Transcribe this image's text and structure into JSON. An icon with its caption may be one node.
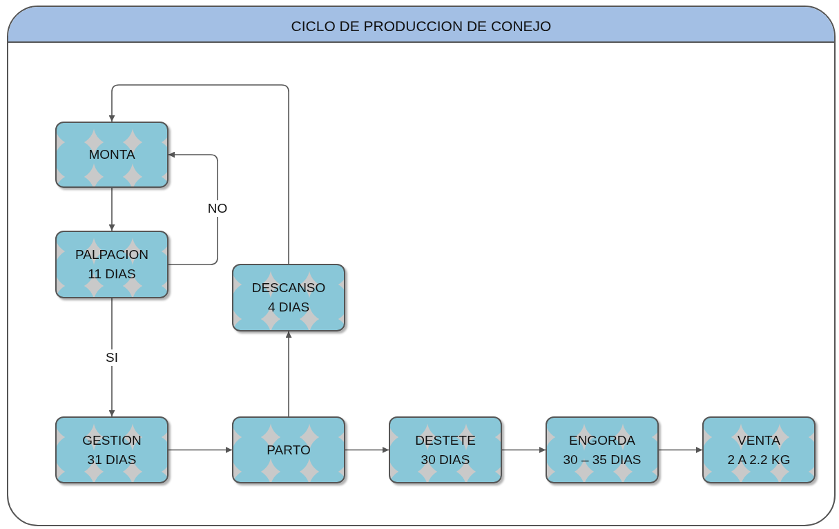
{
  "diagram": {
    "nodes": [
      {
        "text": [
          "CICLO DE PRODUCCION DE CONEJO"
        ]
      },
      {
        "text": [
          "MONTA"
        ],
        "in": 0
      },
      {
        "text": [
          "PALPACION",
          "11 DIAS"
        ],
        "in": 0
      },
      {
        "text": [
          "DESCANSO",
          "4 DIAS"
        ],
        "in": 0
      },
      {
        "text": [
          "GESTION",
          "31 DIAS"
        ],
        "in": 0
      },
      {
        "text": [
          "PARTO"
        ],
        "in": 0
      },
      {
        "text": [
          "DESTETE",
          "30 DIAS"
        ],
        "in": 0
      },
      {
        "text": [
          "ENGORDA",
          "30 – 35 DIAS"
        ],
        "in": 0
      },
      {
        "text": [
          "VENTA",
          "2 A 2.2 KG"
        ],
        "in": 0
      }
    ],
    "edges": [
      {
        "from": 1,
        "to": 2,
        "arrow": "to"
      },
      {
        "from": 2,
        "to": 1,
        "arrow": "to",
        "label": "NO"
      },
      {
        "from": 2,
        "to": 4,
        "arrow": "to",
        "label": "SI"
      },
      {
        "from": 4,
        "to": 5,
        "arrow": "to"
      },
      {
        "from": 5,
        "to": 6,
        "arrow": "to"
      },
      {
        "from": 6,
        "to": 7,
        "arrow": "to"
      },
      {
        "from": 7,
        "to": 8,
        "arrow": "to"
      },
      {
        "from": 5,
        "to": 3,
        "arrow": "to"
      },
      {
        "from": 3,
        "to": 1,
        "arrow": "to"
      }
    ]
  }
}
